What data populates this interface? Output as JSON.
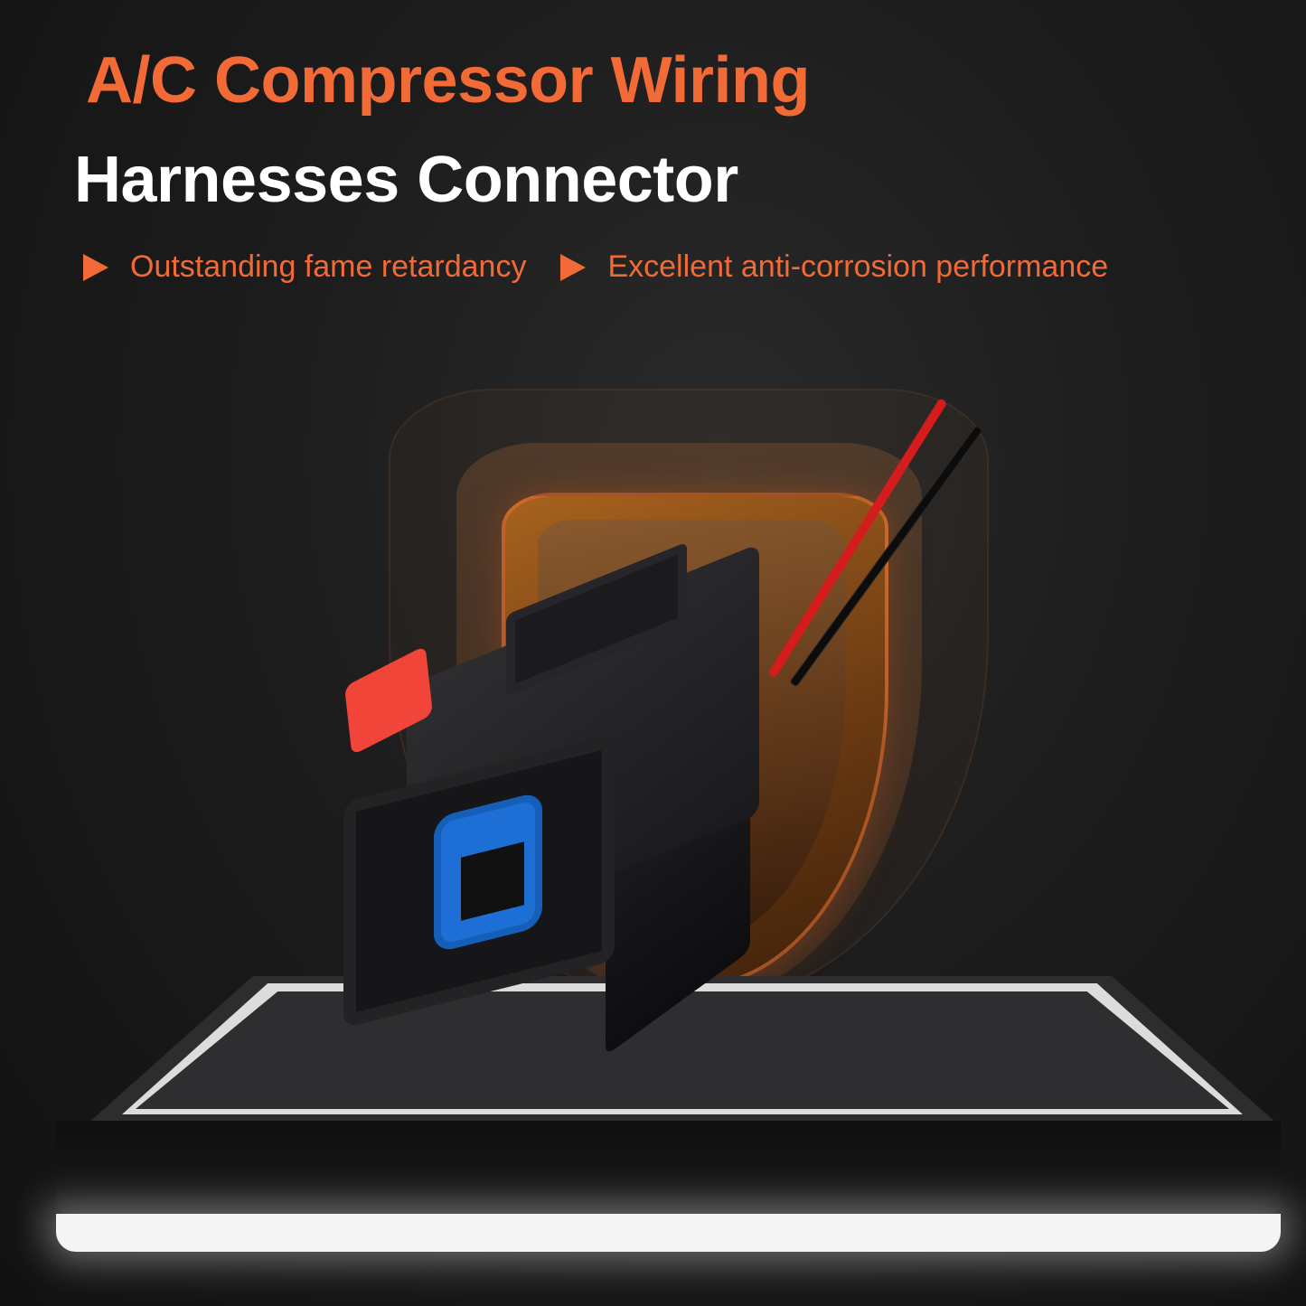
{
  "headline": {
    "line1": "A/C Compressor Wiring",
    "line2": "Harnesses Connector"
  },
  "features": [
    {
      "icon": "triangle-bullet-icon",
      "label": "Outstanding fame retardancy"
    },
    {
      "icon": "triangle-bullet-icon",
      "label": "Excellent anti-corrosion performance"
    }
  ],
  "colors": {
    "accent": "#f26a36",
    "title_white": "#ffffff",
    "background": "#1c1c1c",
    "wire_red": "#d51c1c",
    "connector_blue": "#1d6fd6",
    "latch_red": "#f2453a"
  },
  "product": {
    "name": "2-pin connector pigtail with red and black wires",
    "backdrop": "shield-icon",
    "stand": "illuminated-pedestal"
  }
}
